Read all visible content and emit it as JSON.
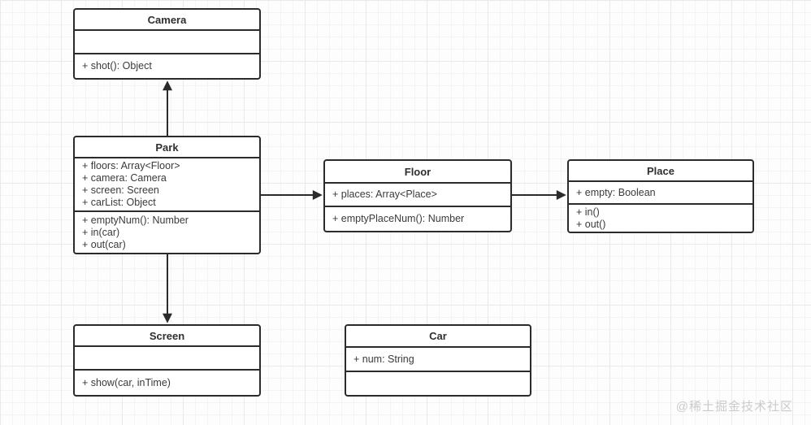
{
  "diagram": {
    "classes": [
      {
        "name": "Camera",
        "attributes": [],
        "methods": [
          "+ shot(): Object"
        ]
      },
      {
        "name": "Park",
        "attributes": [
          "+ floors: Array<Floor>",
          "+ camera: Camera",
          "+ screen: Screen",
          "+ carList: Object"
        ],
        "methods": [
          "+ emptyNum(): Number",
          "+ in(car)",
          "+ out(car)"
        ]
      },
      {
        "name": "Floor",
        "attributes": [
          "+ places: Array<Place>"
        ],
        "methods": [
          "+ emptyPlaceNum(): Number"
        ]
      },
      {
        "name": "Place",
        "attributes": [
          "+ empty: Boolean"
        ],
        "methods": [
          "+ in()",
          "+ out()"
        ]
      },
      {
        "name": "Screen",
        "attributes": [],
        "methods": [
          "+ show(car, inTime)"
        ]
      },
      {
        "name": "Car",
        "attributes": [
          "+ num: String"
        ],
        "methods": []
      }
    ],
    "relations": [
      {
        "from": "Park",
        "to": "Camera",
        "style": "solid-arrow"
      },
      {
        "from": "Park",
        "to": "Floor",
        "style": "solid-arrow"
      },
      {
        "from": "Floor",
        "to": "Place",
        "style": "solid-arrow"
      },
      {
        "from": "Park",
        "to": "Screen",
        "style": "solid-arrow"
      }
    ],
    "colors": {
      "border": "#2b2b2b",
      "text": "#333333",
      "background": "#ffffff",
      "grid_minor": "#f4f4f4",
      "grid_major": "#e9e9e9",
      "watermark": "#cbcbcb"
    }
  },
  "watermark": {
    "text": "@稀土掘金技术社区"
  }
}
